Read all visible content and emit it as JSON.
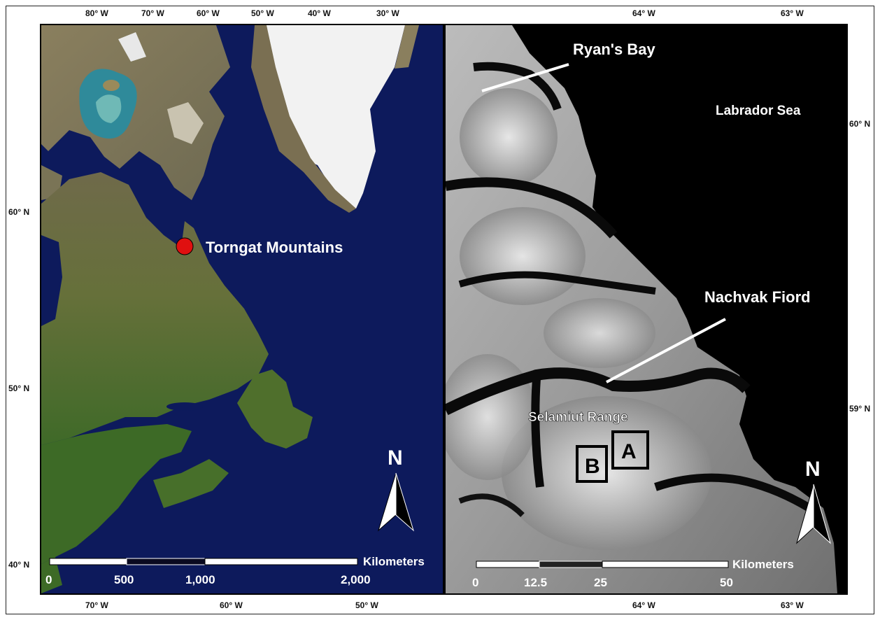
{
  "left_map": {
    "top_ticks": [
      "80° W",
      "70° W",
      "60° W",
      "50° W",
      "40° W",
      "30° W"
    ],
    "bottom_ticks": [
      "70° W",
      "60° W",
      "50° W"
    ],
    "left_ticks": [
      "60° N",
      "50° N",
      "40° N"
    ],
    "location_label": "Torngat Mountains",
    "north_letter": "N",
    "scale": {
      "unit": "Kilometers",
      "labels": [
        "0",
        "500",
        "1,000",
        "2,000"
      ]
    }
  },
  "right_map": {
    "top_ticks": [
      "64° W",
      "63° W"
    ],
    "bottom_ticks": [
      "64° W",
      "63° W"
    ],
    "right_ticks": [
      "60° N",
      "59° N"
    ],
    "labels": {
      "ryans_bay": "Ryan's Bay",
      "labrador_sea": "Labrador Sea",
      "nachvak_fiord": "Nachvak Fiord",
      "selamiut_range": "Selamiut Range",
      "site_a": "A",
      "site_b": "B"
    },
    "north_letter": "N",
    "scale": {
      "unit": "Kilometers",
      "labels": [
        "0",
        "12.5",
        "25",
        "50"
      ]
    }
  },
  "colors": {
    "ocean": "#0d1a5c",
    "land": "#5a6b32",
    "ice": "#f2f2f2",
    "marker": "#e01010"
  }
}
